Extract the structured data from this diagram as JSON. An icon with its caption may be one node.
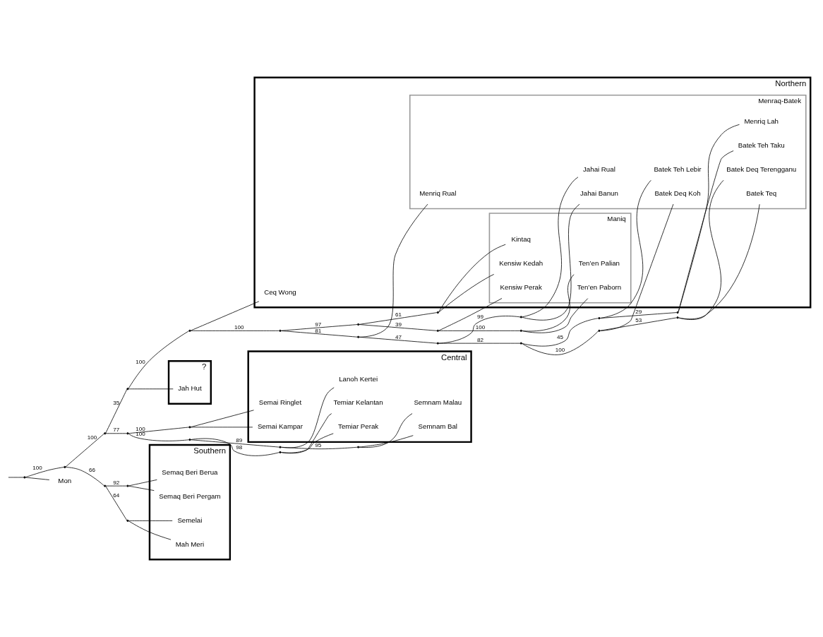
{
  "diagram": {
    "nodes": [
      {
        "text": [
          "Northern"
        ]
      },
      {
        "text": [
          "Maniq"
        ],
        "in": 0
      },
      {
        "text": [
          "Menraq-Batek"
        ],
        "in": 0
      },
      {
        "text": [
          "?"
        ]
      },
      {
        "text": [
          "Central"
        ]
      },
      {
        "text": [
          "Southern"
        ]
      },
      {
        "text": [
          "Ten’en Palian"
        ],
        "in": 1
      },
      {
        "text": [
          "Ten’en Paborn"
        ],
        "in": 1
      },
      {
        "text": [
          "Kensiw Perak"
        ],
        "in": 1
      },
      {
        "text": [
          "Kensiw Kedah"
        ],
        "in": 1
      },
      {
        "text": [
          "Kintaq"
        ],
        "in": 1
      },
      {
        "text": [
          "Menriq Rual"
        ],
        "in": 2
      },
      {
        "text": [
          "Jahai Rual"
        ],
        "in": 2
      },
      {
        "text": [
          "Jahai Banun"
        ],
        "in": 2
      },
      {
        "text": [
          "Batek Teh Taku"
        ],
        "in": 2
      },
      {
        "text": [
          "Menriq Lah"
        ],
        "in": 2
      },
      {
        "text": [
          "Batek Teh Lebir"
        ],
        "in": 2
      },
      {
        "text": [
          "Batek Teq"
        ],
        "in": 2
      },
      {
        "text": [
          "Batek Deq Terengganu"
        ],
        "in": 2
      },
      {
        "text": [
          "Batek Deq Koh"
        ],
        "in": 2
      },
      {
        "text": [
          "Ceq Wong"
        ],
        "in": 0
      },
      {
        "text": [
          "Jah Hut"
        ],
        "in": 3
      },
      {
        "text": [
          "Lanoh Kertei"
        ],
        "in": 4
      },
      {
        "text": [
          "Semnam Malau"
        ],
        "in": 4
      },
      {
        "text": [
          "Semnam Bal"
        ],
        "in": 4
      },
      {
        "text": [
          "Temiar Perak"
        ],
        "in": 4
      },
      {
        "text": [
          "Temiar Kelantan"
        ],
        "in": 4
      },
      {
        "text": [
          "Semai Ringlet"
        ],
        "in": 4
      },
      {
        "text": [
          "Semai Kampar"
        ],
        "in": 4
      },
      {
        "text": [
          "Semaq Beri Berua"
        ],
        "in": 5
      },
      {
        "text": [
          "Semaq Beri Pergam"
        ],
        "in": 5
      },
      {
        "text": [
          "Semelai"
        ],
        "in": 5
      },
      {
        "text": [
          "Mah Meri"
        ],
        "in": 5
      },
      {
        "text": [
          "Mon"
        ]
      },
      {
        "text": [],
        "shape": "point"
      },
      {
        "text": [],
        "shape": "point"
      },
      {
        "text": [],
        "shape": "point"
      },
      {
        "text": [],
        "shape": "point"
      },
      {
        "text": [],
        "shape": "point"
      },
      {
        "text": [],
        "shape": "point"
      },
      {
        "text": [],
        "shape": "point"
      },
      {
        "text": [],
        "shape": "point"
      },
      {
        "text": [],
        "shape": "point"
      },
      {
        "text": [],
        "shape": "point"
      },
      {
        "text": [],
        "shape": "point"
      },
      {
        "text": [],
        "shape": "point"
      },
      {
        "text": [],
        "shape": "point"
      },
      {
        "text": [],
        "shape": "point"
      },
      {
        "text": [],
        "shape": "point"
      },
      {
        "text": [],
        "shape": "point"
      },
      {
        "text": [],
        "shape": "point"
      },
      {
        "text": [],
        "shape": "point"
      },
      {
        "text": [],
        "shape": "point"
      },
      {
        "text": [],
        "shape": "point"
      },
      {
        "text": [],
        "shape": "point"
      },
      {
        "text": [],
        "shape": "point"
      },
      {
        "text": [],
        "shape": "point"
      },
      {
        "text": [],
        "shape": "point"
      },
      {
        "text": [],
        "shape": "point"
      },
      {
        "text": [],
        "shape": "point"
      },
      {
        "text": [],
        "shape": "point"
      }
    ],
    "edges": [
      {
        "from": null,
        "to": 34,
        "arrow": "none"
      },
      {
        "from": 34,
        "to": 33,
        "arrow": "none"
      },
      {
        "from": 34,
        "to": 35,
        "arrow": "none",
        "label": "100"
      },
      {
        "from": 35,
        "to": 36,
        "arrow": "none",
        "label": "100"
      },
      {
        "from": 35,
        "to": 58,
        "arrow": "none",
        "label": "66"
      },
      {
        "from": 36,
        "to": 37,
        "arrow": "none",
        "label": "35"
      },
      {
        "from": 36,
        "to": 52,
        "arrow": "none",
        "label": "77"
      },
      {
        "from": 37,
        "to": 38,
        "arrow": "none",
        "label": "100"
      },
      {
        "from": 37,
        "to": 21,
        "arrow": "none"
      },
      {
        "from": 38,
        "to": 39,
        "arrow": "none",
        "label": "100"
      },
      {
        "from": 38,
        "to": 20,
        "arrow": "none"
      },
      {
        "from": 39,
        "to": 40,
        "arrow": "none",
        "label": "97"
      },
      {
        "from": 39,
        "to": 44,
        "arrow": "none",
        "label": "81"
      },
      {
        "from": 40,
        "to": 41,
        "arrow": "none",
        "label": "39"
      },
      {
        "from": 40,
        "to": 43,
        "arrow": "none",
        "label": "61"
      },
      {
        "from": 41,
        "to": 42,
        "arrow": "none",
        "label": "100"
      },
      {
        "from": 41,
        "to": 8,
        "arrow": "none"
      },
      {
        "from": 42,
        "to": 6,
        "arrow": "none"
      },
      {
        "from": 42,
        "to": 7,
        "arrow": "none"
      },
      {
        "from": 43,
        "to": 9,
        "arrow": "none"
      },
      {
        "from": 43,
        "to": 10,
        "arrow": "none"
      },
      {
        "from": 44,
        "to": 11,
        "arrow": "none"
      },
      {
        "from": 44,
        "to": 45,
        "arrow": "none",
        "label": "47"
      },
      {
        "from": 45,
        "to": 46,
        "arrow": "none",
        "label": "99"
      },
      {
        "from": 45,
        "to": 47,
        "arrow": "none",
        "label": "82"
      },
      {
        "from": 46,
        "to": 12,
        "arrow": "none"
      },
      {
        "from": 46,
        "to": 13,
        "arrow": "none"
      },
      {
        "from": 47,
        "to": 48,
        "arrow": "none",
        "label": "45"
      },
      {
        "from": 47,
        "to": 50,
        "arrow": "none",
        "label": "100"
      },
      {
        "from": 48,
        "to": 49,
        "arrow": "none",
        "label": "29"
      },
      {
        "from": 48,
        "to": 16,
        "arrow": "none"
      },
      {
        "from": 49,
        "to": 14,
        "arrow": "none"
      },
      {
        "from": 49,
        "to": 15,
        "arrow": "none"
      },
      {
        "from": 50,
        "to": 51,
        "arrow": "none",
        "label": "53"
      },
      {
        "from": 50,
        "to": 19,
        "arrow": "none"
      },
      {
        "from": 51,
        "to": 17,
        "arrow": "none"
      },
      {
        "from": 51,
        "to": 18,
        "arrow": "none"
      },
      {
        "from": 52,
        "to": 53,
        "arrow": "none",
        "label": "100"
      },
      {
        "from": 52,
        "to": 57,
        "arrow": "none",
        "label": "100"
      },
      {
        "from": 53,
        "to": 54,
        "arrow": "none",
        "label": "89"
      },
      {
        "from": 53,
        "to": 56,
        "arrow": "none",
        "label": "98"
      },
      {
        "from": 54,
        "to": 22,
        "arrow": "none"
      },
      {
        "from": 54,
        "to": 55,
        "arrow": "none",
        "label": "95"
      },
      {
        "from": 55,
        "to": 23,
        "arrow": "none"
      },
      {
        "from": 55,
        "to": 24,
        "arrow": "none"
      },
      {
        "from": 56,
        "to": 25,
        "arrow": "none"
      },
      {
        "from": 56,
        "to": 26,
        "arrow": "none"
      },
      {
        "from": 57,
        "to": 27,
        "arrow": "none"
      },
      {
        "from": 57,
        "to": 28,
        "arrow": "none"
      },
      {
        "from": 58,
        "to": 59,
        "arrow": "none",
        "label": "92"
      },
      {
        "from": 58,
        "to": 60,
        "arrow": "none",
        "label": "64"
      },
      {
        "from": 59,
        "to": 29,
        "arrow": "none"
      },
      {
        "from": 59,
        "to": 30,
        "arrow": "none"
      },
      {
        "from": 60,
        "to": 31,
        "arrow": "none"
      },
      {
        "from": 60,
        "to": 32,
        "arrow": "none"
      }
    ]
  }
}
